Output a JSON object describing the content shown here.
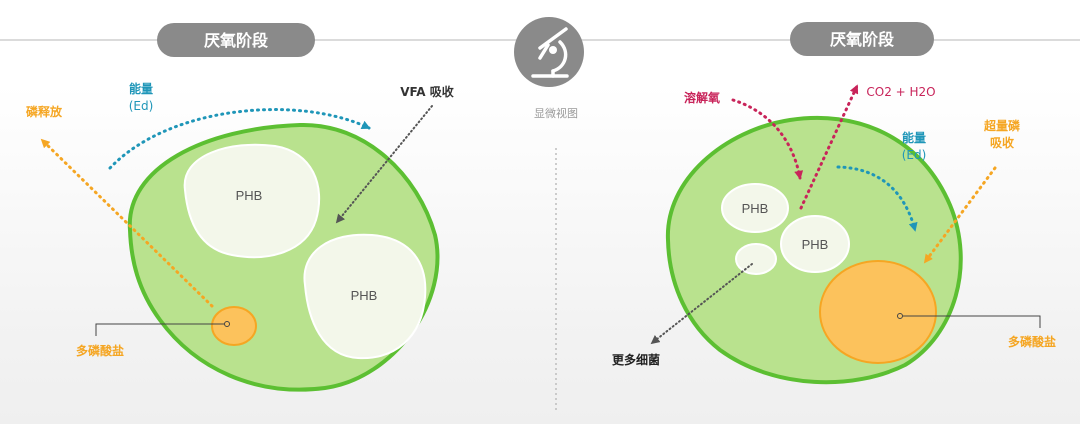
{
  "left_panel": {
    "title": "厌氧阶段",
    "phosphorus_release": "磷释放",
    "energy": "能量",
    "energy_symbol": "(Ed)",
    "vfa_uptake": "VFA 吸收",
    "phb_1": "PHB",
    "phb_2": "PHB",
    "polyphosphate": "多磷酸盐"
  },
  "center": {
    "icon": "microscope-icon",
    "label": "显微视图"
  },
  "right_panel": {
    "title": "厌氧阶段",
    "dissolved_oxygen": "溶解氧",
    "products": "CO2 + H2O",
    "energy": "能量",
    "energy_symbol": "(Ed)",
    "luxury_uptake_1": "超量磷",
    "luxury_uptake_2": "吸收",
    "phb_1": "PHB",
    "phb_2": "PHB",
    "more_bacteria": "更多细菌",
    "polyphosphate": "多磷酸盐"
  },
  "colors": {
    "cell_fill": "#b9e28e",
    "cell_border": "#5cbf32",
    "phb_fill": "#f3f7ea",
    "polyphosphate": "#fcc25c",
    "orange_arrow": "#f5a623",
    "blue_arrow": "#1f96b8",
    "red_arrow": "#c8245a",
    "pill": "#8a8a8a"
  }
}
